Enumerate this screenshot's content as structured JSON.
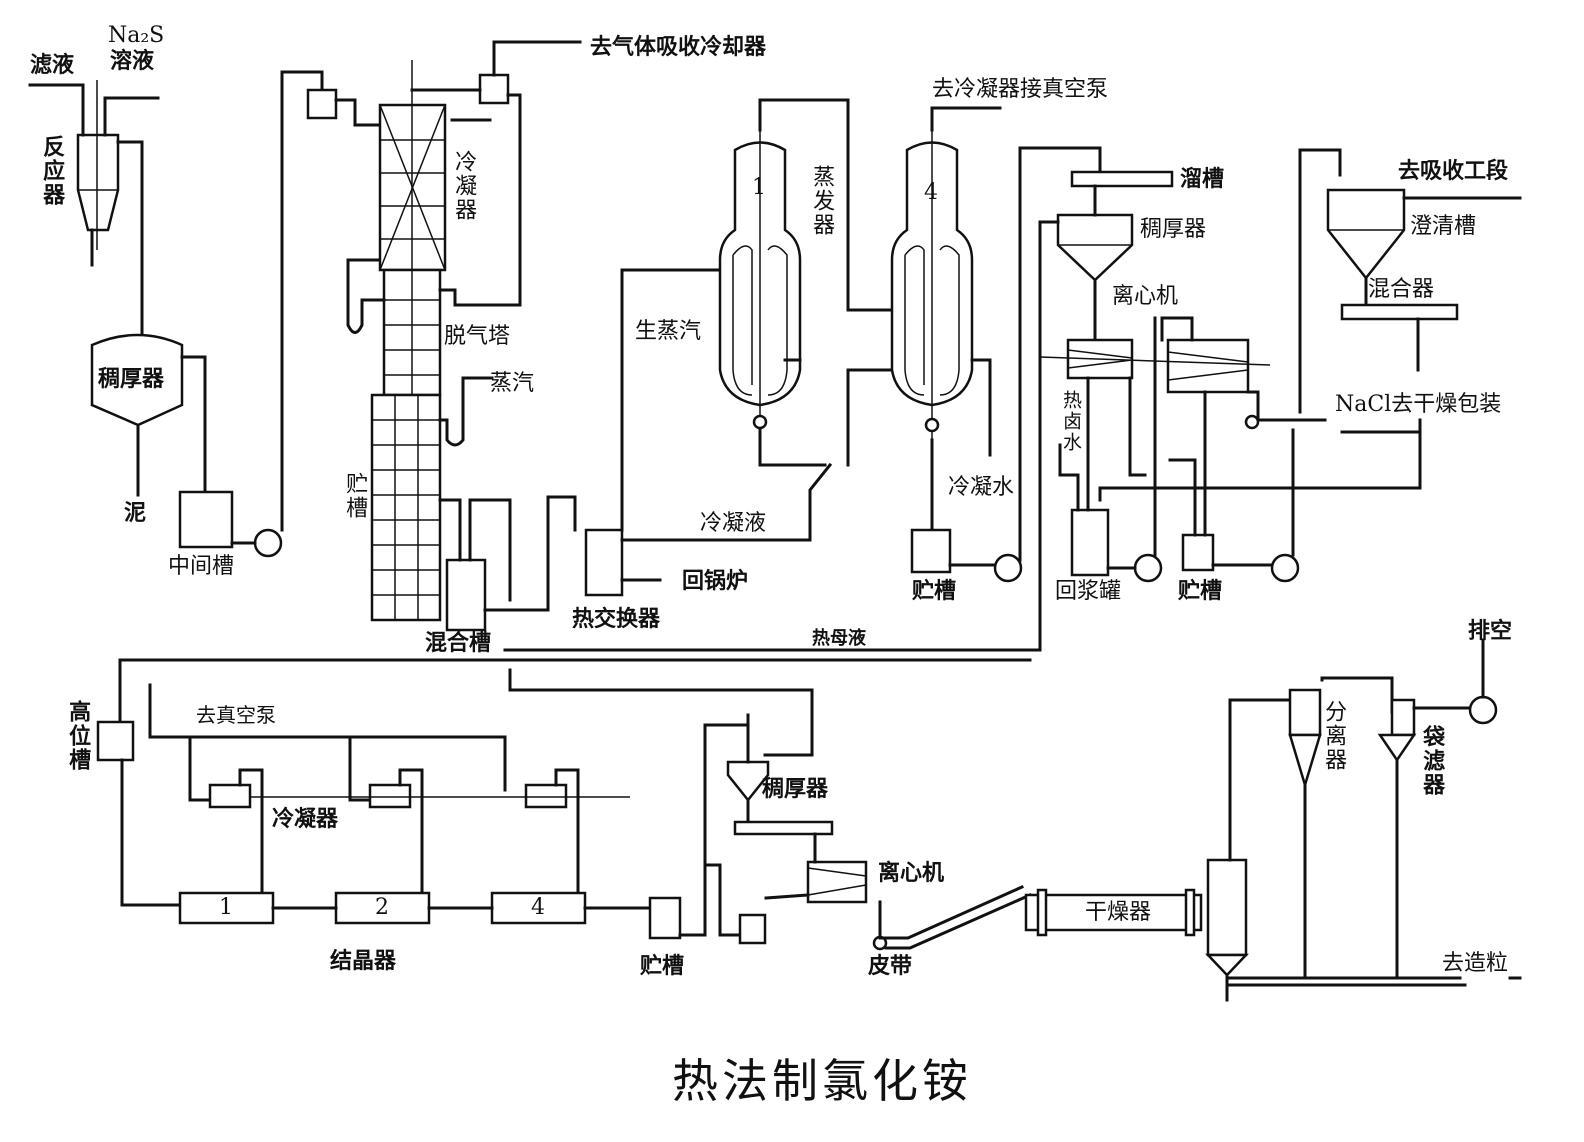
{
  "title": "热法制氯化铵",
  "colors": {
    "ink": "#111111",
    "paper": "#ffffff"
  },
  "labels": {
    "filtrate": "滤液",
    "na2s": "Na₂S",
    "na2s_solution": "溶液",
    "reactor": "反应器",
    "thickener_1": "稠厚器",
    "mud": "泥",
    "intermediate_tank": "中间槽",
    "to_gas_absorption_cooler": "去气体吸收冷却器",
    "condenser_top": "冷凝器",
    "degassing_tower": "脱气塔",
    "steam": "蒸汽",
    "storage_tank_tower": "贮槽",
    "mixing_tank": "混合槽",
    "heat_exchanger": "热交换器",
    "return_boiler": "回锅炉",
    "condensate": "冷凝液",
    "live_steam": "生蒸汽",
    "evaporator": "蒸发器",
    "to_condenser_vacuum_pump": "去冷凝器接真空泵",
    "condensed_water": "冷凝水",
    "storage_tank_evap": "贮槽",
    "chute": "溜槽",
    "thickener_2": "稠厚器",
    "centrifuge_1": "离心机",
    "hot_brine": "热卤水",
    "slurry_return_tank": "回浆罐",
    "storage_tank_right": "贮槽",
    "to_absorption_section": "去吸收工段",
    "clarifier": "澄清槽",
    "mixer": "混合器",
    "nacl_to_drying": "NaCl去干燥包装",
    "hot_mother_liquor": "热母液",
    "head_tank": "高位槽",
    "to_vacuum_pump": "去真空泵",
    "condenser_bottom": "冷凝器",
    "crystallizer": "结晶器",
    "storage_tank_bottom": "贮槽",
    "thickener_3": "稠厚器",
    "centrifuge_2": "离心机",
    "belt": "皮带",
    "dryer": "干燥器",
    "separator": "分离器",
    "bag_filter": "袋滤器",
    "vent": "排空",
    "to_granulation": "去造粒"
  },
  "equipment_numbers": {
    "evaporator_1": "1",
    "evaporator_4": "4",
    "crystallizer_1": "1",
    "crystallizer_2": "2",
    "crystallizer_4": "4"
  }
}
